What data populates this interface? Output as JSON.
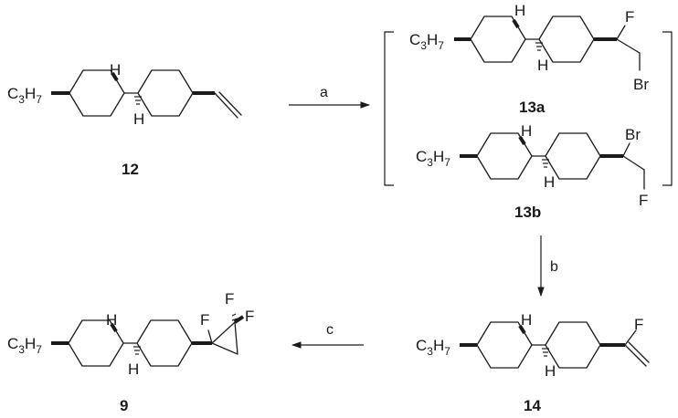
{
  "substituent": {
    "c": "C",
    "three": "3",
    "h": "H",
    "seven": "7"
  },
  "atoms": {
    "H": "H",
    "F": "F",
    "Br": "Br"
  },
  "compounds": {
    "c12": "12",
    "c13a": "13a",
    "c13b": "13b",
    "c14": "14",
    "c9": "9"
  },
  "steps": {
    "a": "a",
    "b": "b",
    "c": "c"
  }
}
